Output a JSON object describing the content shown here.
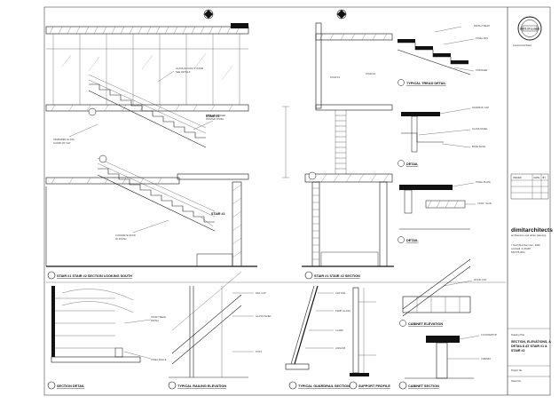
{
  "title_block": {
    "firm_name": "dimitarchitects",
    "firm_tagline": "architecture and urban planning",
    "address_lines": [
      "7 North Burnham Ave., #200",
      "Lombard, IL 60148",
      "630.576.0011"
    ],
    "issue_header": [
      "ISSUED",
      "DATE",
      "BY"
    ],
    "issue_rows": [
      [
        "",
        "",
        ""
      ],
      [
        "",
        "",
        ""
      ],
      [
        "",
        "",
        ""
      ]
    ],
    "sheet_title_lines": [
      "SECTION, ELEVATIONS, &",
      "DETAILS AT STAIR #1 &",
      "STAIR #2"
    ],
    "drawing_title_label": "Drawing Title",
    "seal_text": "STATE OF ILLINOIS",
    "seal_sub": "Licensed Architect",
    "sheet_number_label": "Sheet No.",
    "project_label": "Project No."
  },
  "drawings": {
    "stair_section": {
      "title": "STAIR #1 STAIR #2 SECTION LOOKING SOUTH",
      "level_1": "STAIR #1",
      "level_2": "STAIR #2"
    },
    "stair_section_2": {
      "title": "STAIR #1 STAIR #2 SECTION",
      "label_stair": "STAIR #1",
      "label_roof": "STAIR #2"
    },
    "tread_detail": {
      "title": "TYPICAL TREAD DETAIL"
    },
    "detail_b": {
      "title": "DETAIL"
    },
    "detail_c": {
      "title": "DETAIL"
    },
    "section_detail": {
      "title": "SECTION DETAIL"
    },
    "railing_elevation": {
      "title": "TYPICAL RAILING ELEVATION"
    },
    "guardrail_section": {
      "title": "TYPICAL GUARDRAIL SECTION"
    },
    "support_profile": {
      "title": "SUPPORT PROFILE"
    },
    "cabinet_elevation": {
      "title": "CABINET ELEVATION"
    },
    "cabinet_section": {
      "title": "CABINET SECTION"
    }
  }
}
